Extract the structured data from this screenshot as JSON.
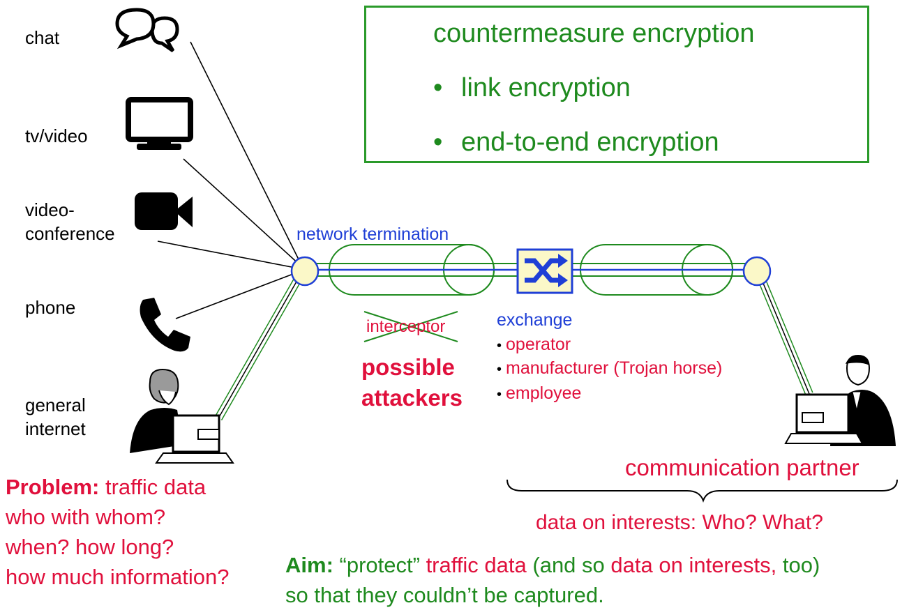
{
  "services": {
    "chat": "chat",
    "tv_video": "tv/video",
    "videoconference_line1": "video-",
    "videoconference_line2": "conference",
    "phone": "phone",
    "internet_line1": "general",
    "internet_line2": "internet"
  },
  "countermeasure": {
    "title": "countermeasure encryption",
    "items": [
      "link encryption",
      "end-to-end encryption"
    ],
    "bullet": "•"
  },
  "network": {
    "termination": "network termination",
    "exchange": "exchange",
    "exchange_items": [
      "operator",
      "manufacturer (Trojan horse)",
      "employee"
    ]
  },
  "attackers": {
    "interceptor": "interceptor",
    "label_line1": "possible",
    "label_line2": "attackers"
  },
  "partner": {
    "label": "communication partner",
    "interests": "data on interests: Who? What?"
  },
  "problem": {
    "heading": "Problem:",
    "line1": "traffic data",
    "line2": "who with whom?",
    "line3": "when? how long?",
    "line4": "how much information?"
  },
  "aim": {
    "heading": "Aim:",
    "part1": "“protect”",
    "part2": "traffic data",
    "part3": "(and so",
    "part4": "data on interests,",
    "part5": "too)",
    "line2": "so that they couldn’t be captured."
  },
  "colors": {
    "green": "#1e8a1e",
    "red": "#e0103c",
    "blue": "#1f3fd6",
    "node_fill": "#fbf8c8"
  },
  "icons": [
    "chat-icon",
    "monitor-icon",
    "video-camera-icon",
    "phone-icon",
    "user-at-computer-icon",
    "exchange-shuffle-icon"
  ]
}
